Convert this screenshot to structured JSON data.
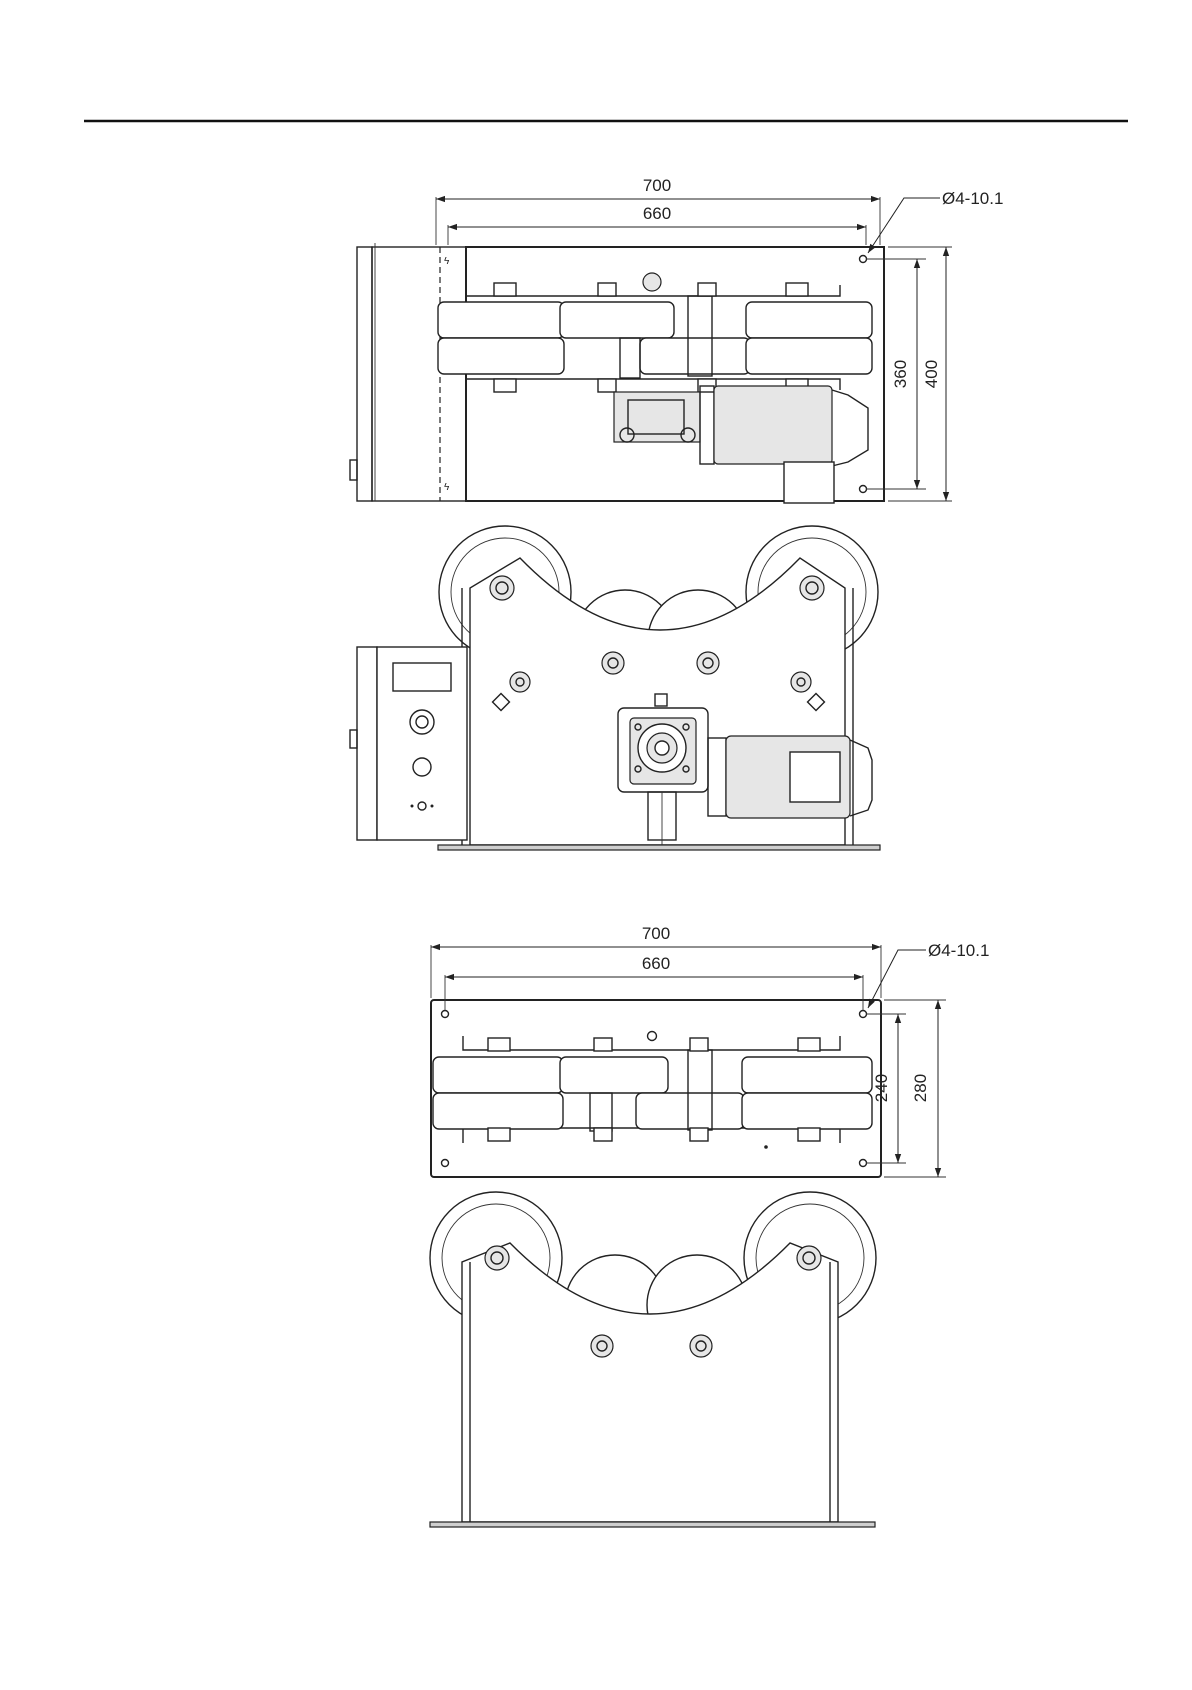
{
  "drawing_1": {
    "width_overall": "700",
    "width_holes": "660",
    "height_holes": "360",
    "height_overall": "400",
    "hole_callout": "Ø4-10.1"
  },
  "drawing_2": {
    "width_overall": "700",
    "width_holes": "660",
    "height_holes": "240",
    "height_overall": "280",
    "hole_callout": "Ø4-10.1"
  }
}
